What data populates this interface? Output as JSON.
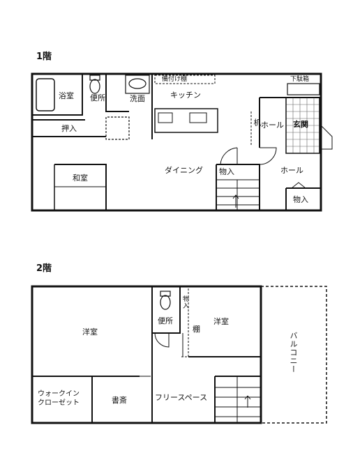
{
  "floor1": {
    "title": "1階",
    "rooms": {
      "bath": "浴室",
      "toilet": "便所",
      "washroom": "洗面",
      "cabinet": "備付け棚",
      "kitchen": "キッチン",
      "desk": "机",
      "hall_top": "ホール",
      "genkan": "玄関",
      "shoe_box": "下駄箱",
      "oshiire": "押入",
      "washitsu": "和室",
      "dining": "ダイニング",
      "storage_stair": "物入",
      "hall": "ホール",
      "storage": "物入"
    }
  },
  "floor2": {
    "title": "2階",
    "rooms": {
      "western_left": "洋室",
      "toilet": "便所",
      "storage": "物入",
      "shelf": "棚",
      "western_right": "洋室",
      "balcony": "バルコニー",
      "walkin": "ウォークイン\nクローゼット",
      "study": "書斎",
      "free_space": "フリースペース"
    }
  }
}
